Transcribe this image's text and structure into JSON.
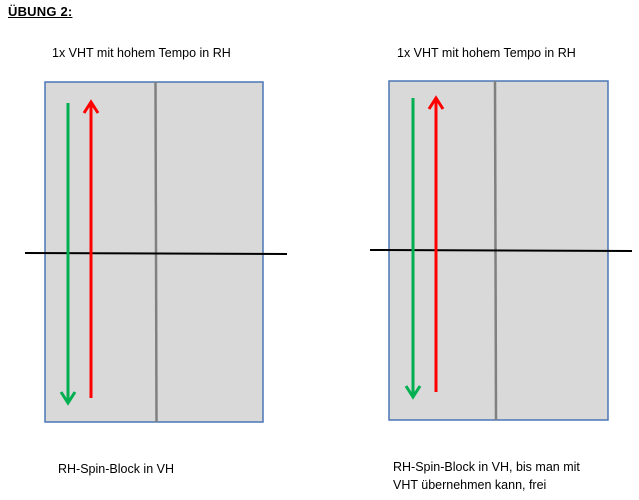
{
  "heading": "ÜBUNG 2:",
  "panels": [
    {
      "title": "1x VHT mit hohem Tempo in RH",
      "note_lines": [
        "RH-Spin-Block in VH"
      ]
    },
    {
      "title": "1x VHT mit hohem Tempo in RH",
      "note_lines": [
        "RH-Spin-Block in VH, bis man mit",
        "VHT übernehmen kann, frei"
      ]
    }
  ],
  "colors": {
    "field_fill": "#d9d9d9",
    "field_border": "#4a76b5",
    "center_line": "#808080",
    "green_arrow": "#00b050",
    "red_arrow": "#ff0000",
    "horizontal_line": "#000000"
  }
}
